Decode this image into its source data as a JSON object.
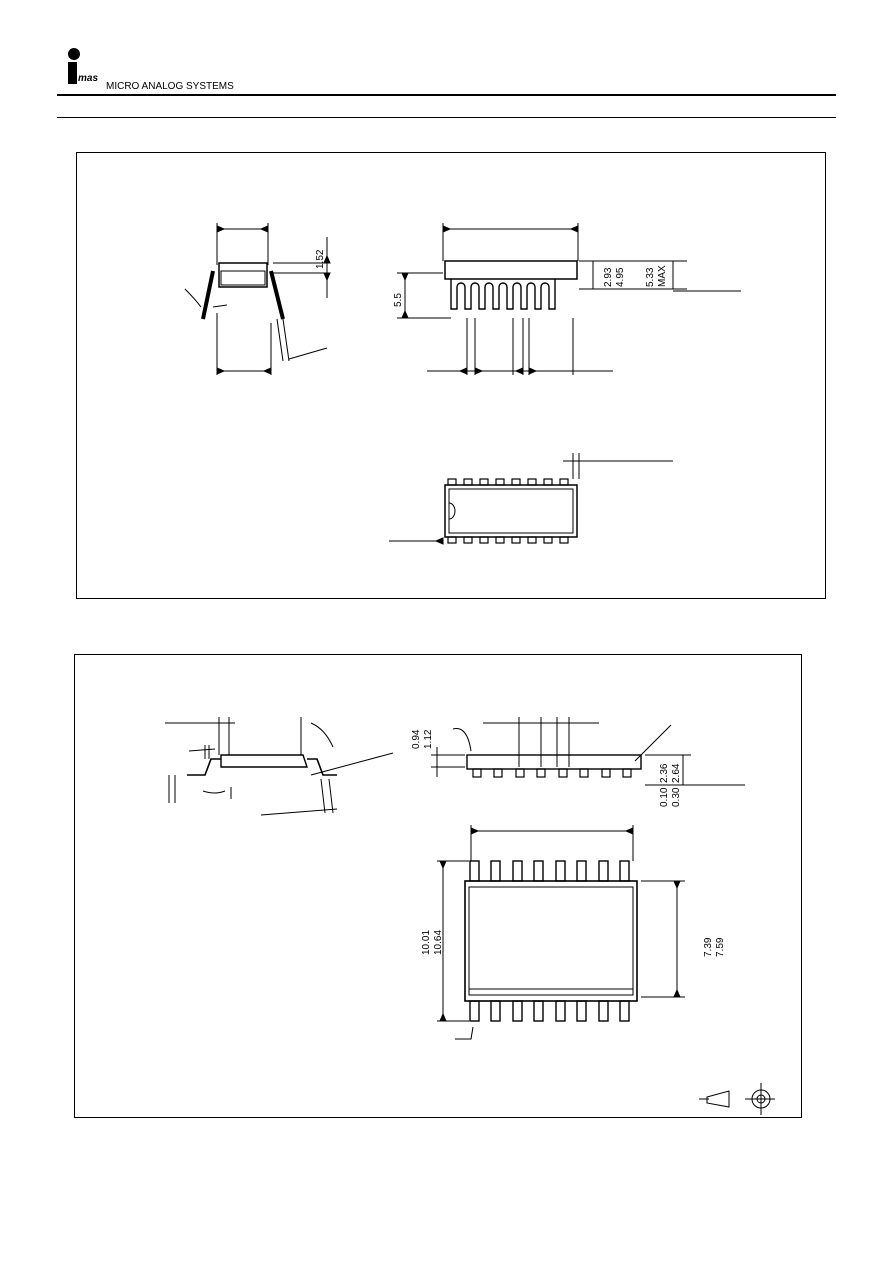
{
  "header": {
    "logo_text": "mas",
    "logo_tagline": "MICRO ANALOG SYSTEMS",
    "accent_color": "#000000"
  },
  "dip_package": {
    "dim_lead_height": "1.52",
    "dim_seating": "5.5",
    "dim_body_height_min": "2.93",
    "dim_body_height_max": "4.95",
    "dim_total_height": "5.33",
    "dim_total_height_note": "MAX"
  },
  "soic_package": {
    "dim_standoff_min": "0.94",
    "dim_standoff_max": "1.12",
    "dim_body_thick_min": "2.36",
    "dim_body_thick_max": "2.64",
    "dim_lead_thick_min": "0.10",
    "dim_lead_thick_max": "0.30",
    "dim_length_min": "10.01",
    "dim_length_max": "10.64",
    "dim_width_min": "7.39",
    "dim_width_max": "7.59"
  }
}
